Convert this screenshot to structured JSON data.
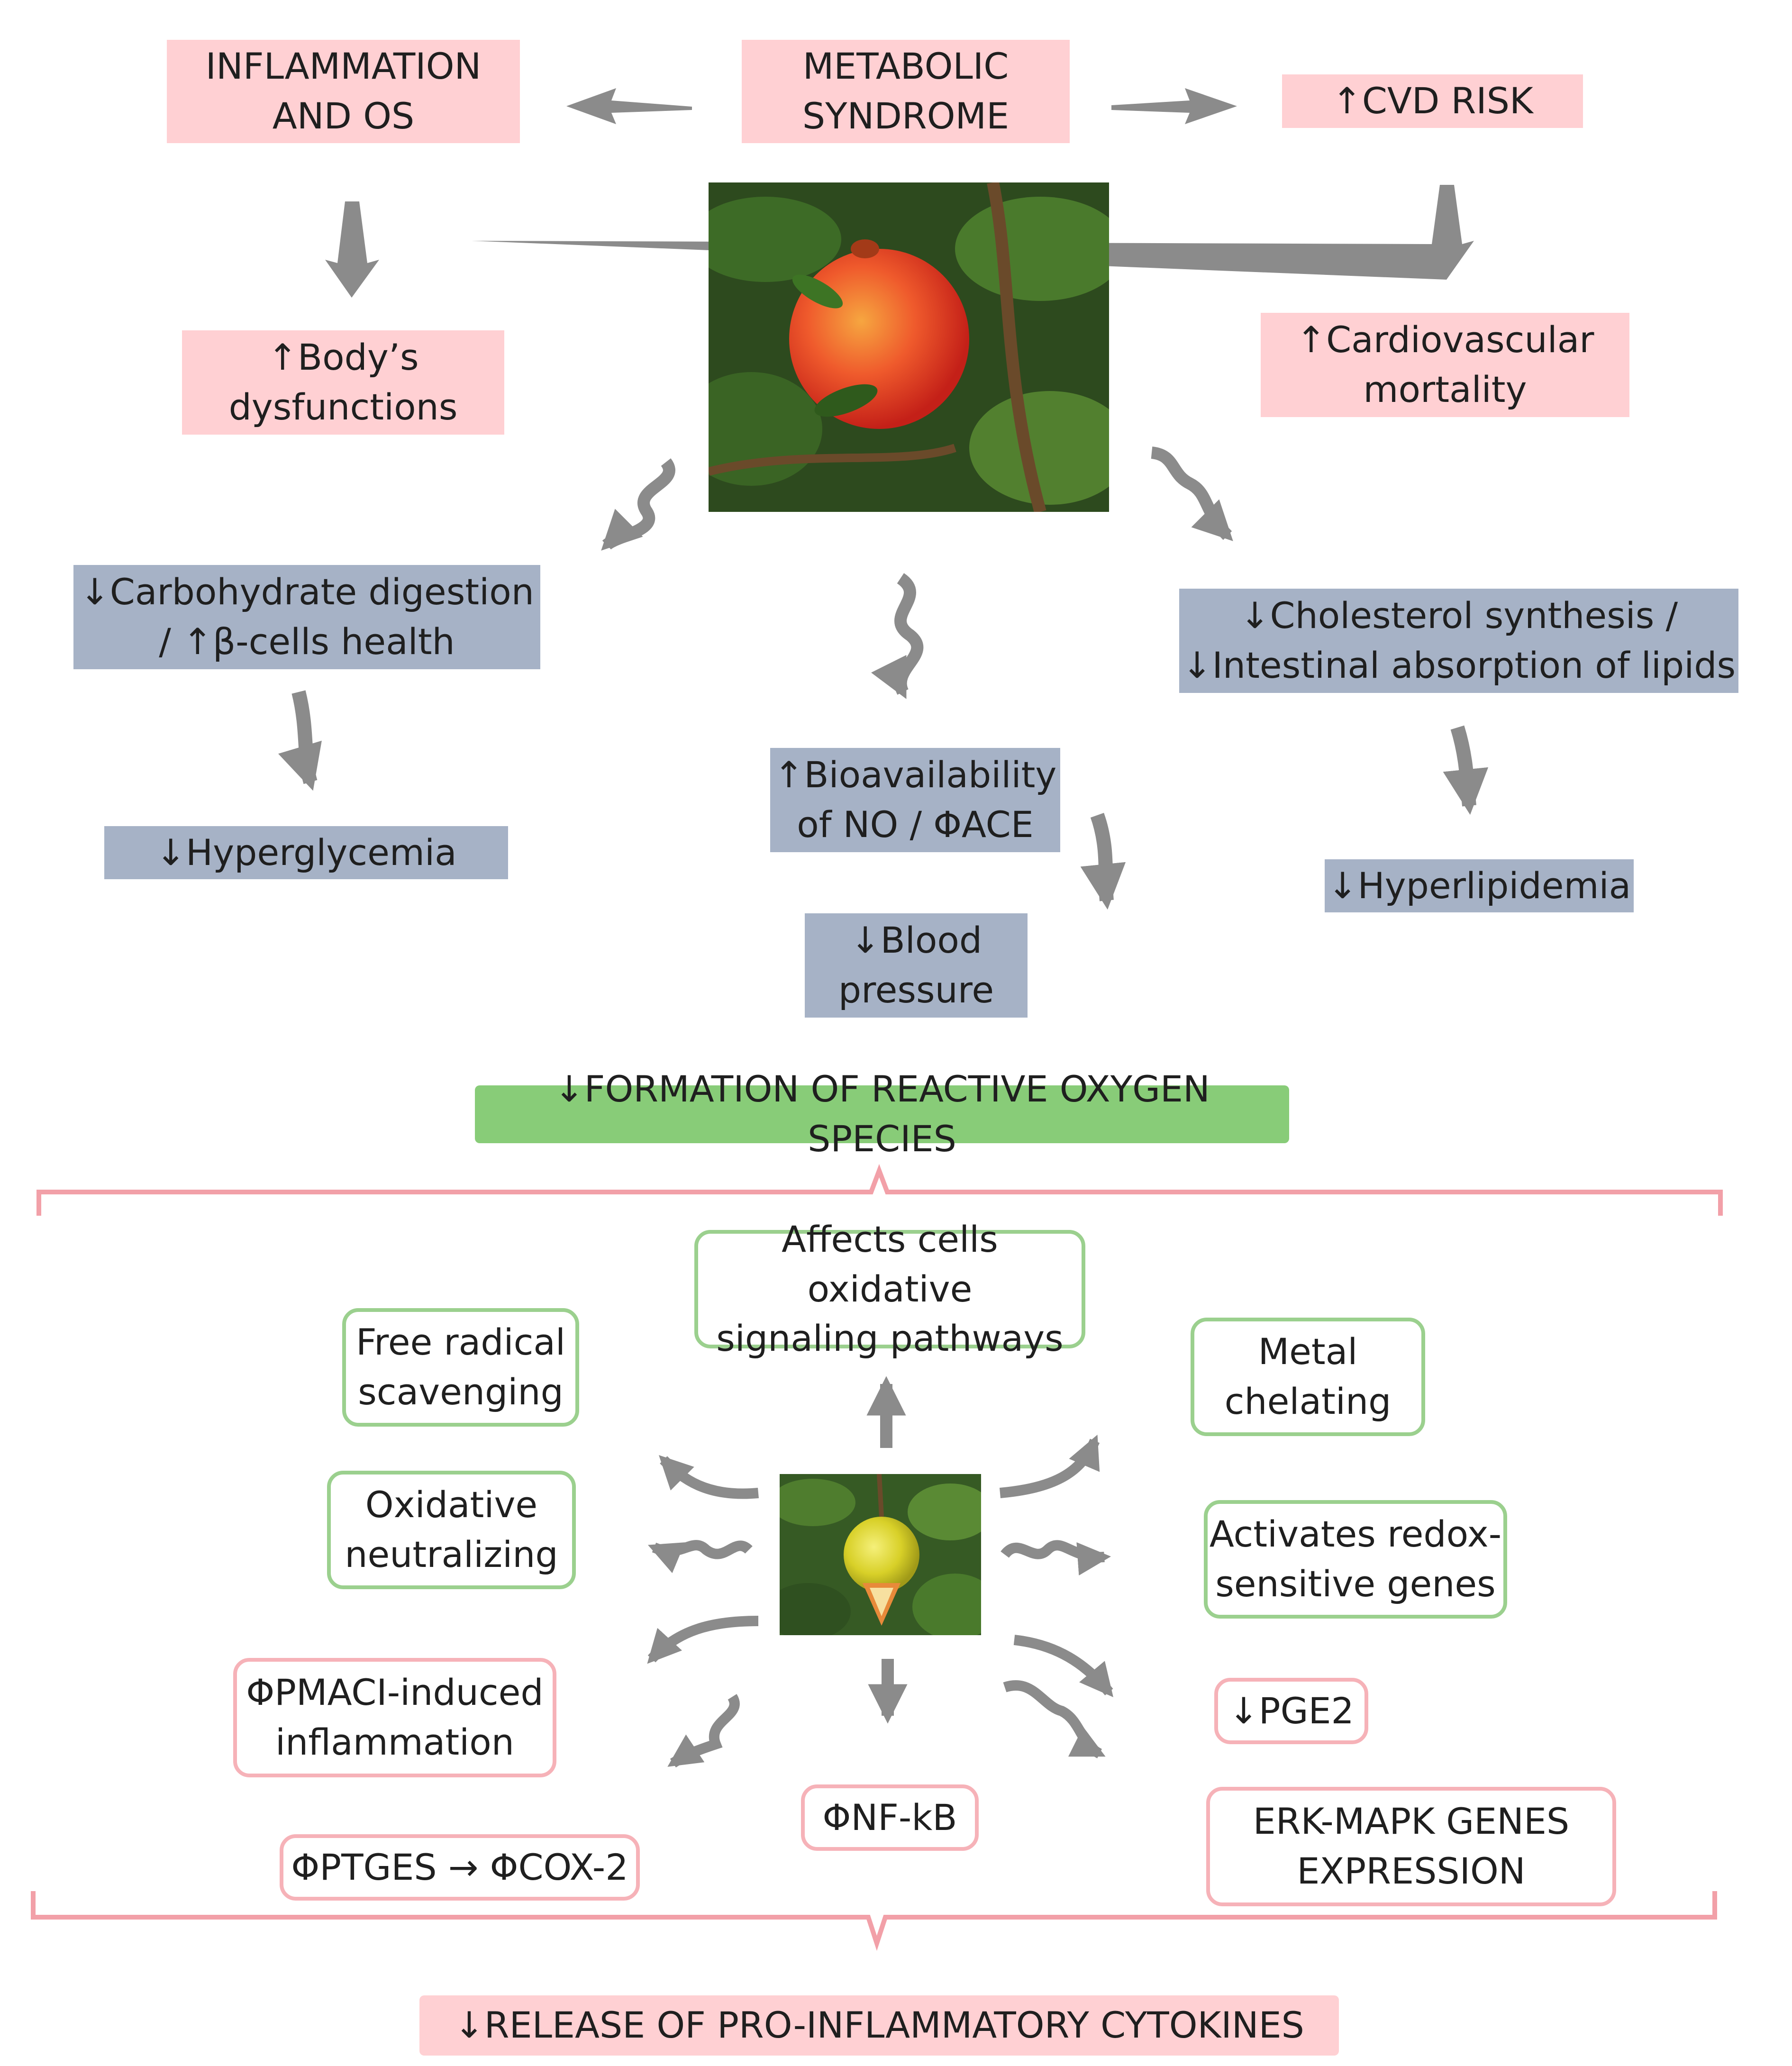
{
  "colors": {
    "pink_box": "#ffd0d3",
    "blue_box": "#a6b2c6",
    "green_box": "#88cc78",
    "green_outline": "#9bd08e",
    "pink_outline": "#f6b2b8",
    "arrow": "#8b8b8b",
    "bracket": "#f2a0a8"
  },
  "top": {
    "inflammation": "INFLAMMATION\nAND OS",
    "metabolic": "METABOLIC\nSYNDROME",
    "cvd_risk": "↑CVD RISK",
    "body_dysfunctions": "↑Body’s\ndysfunctions",
    "cardio_mortality": "↑Cardiovascular\nmortality"
  },
  "effects": {
    "carbohydrate": "↓Carbohydrate digestion\n/ ↑β-cells health",
    "hyperglycemia": "↓Hyperglycemia",
    "bioavailability": "↑Bioavailability\nof NO / ΦACE",
    "blood_pressure": "↓Blood\npressure",
    "cholesterol": "↓Cholesterol synthesis /\n↓Intestinal absorption of lipids",
    "hyperlipidemia": "↓Hyperlipidemia"
  },
  "ros": "↓FORMATION OF REACTIVE OXYGEN SPECIES",
  "mechanisms": {
    "affects_cells": "Affects cells oxidative\nsignaling pathways",
    "free_radical": "Free radical\nscavenging",
    "metal_chelating": "Metal\nchelating",
    "oxidative_neutralizing": "Oxidative\nneutralizing",
    "activates_redox": "Activates redox-\nsensitive genes",
    "pmaci": "ΦPMACI-induced\ninflammation",
    "pge2": "↓PGE2",
    "nfkb": "ΦNF-kB",
    "erk_mapk": "ERK-MAPK GENES\nEXPRESSION",
    "ptges": "ΦPTGES  → ΦCOX-2"
  },
  "cytokines": "↓RELEASE OF PRO-INFLAMMATORY CYTOKINES"
}
